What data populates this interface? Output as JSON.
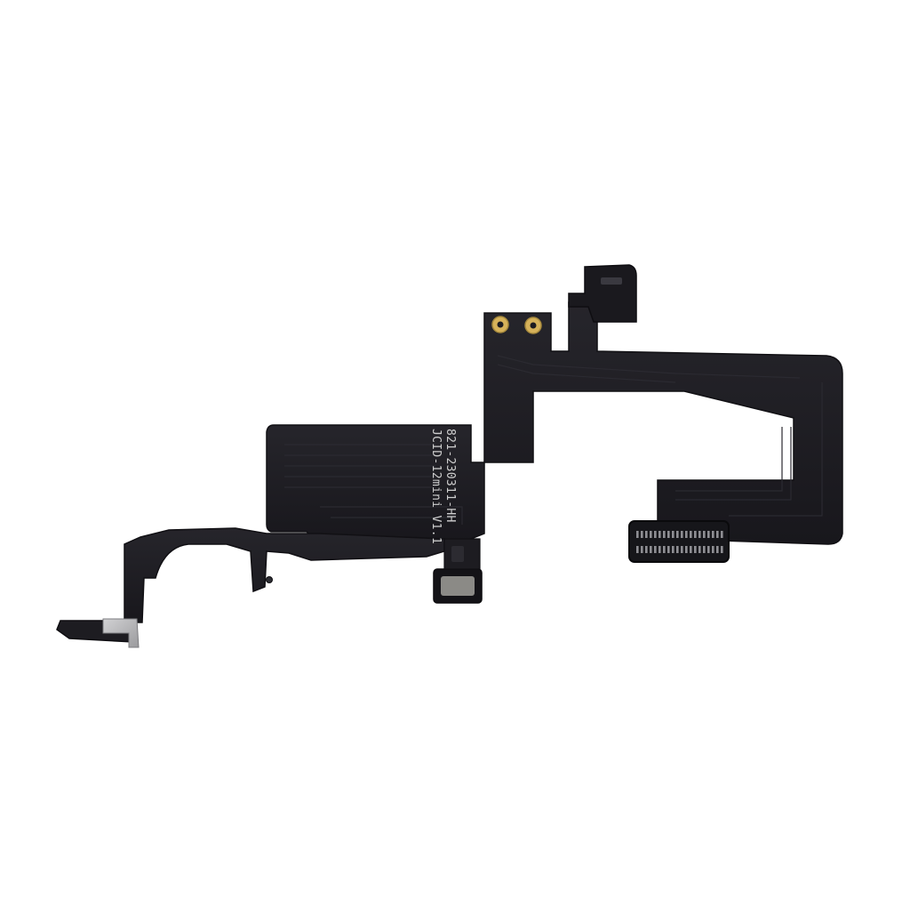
{
  "photo": {
    "background_color": "#ffffff",
    "subject": "flex-cable",
    "colors": {
      "flex_body": "#1d1c21",
      "flex_edge": "#111014",
      "trace": "#2a2930",
      "gold_pad": "#d6b25a",
      "steel_bracket": "#b7b7b9",
      "connector": "#16161a",
      "connector_pins": "#8e8e93",
      "label_text": "#cfcfcf"
    },
    "printed_text": {
      "part_number": "821-230311-HH",
      "model_line": "JCID-12mini V1.1"
    }
  }
}
